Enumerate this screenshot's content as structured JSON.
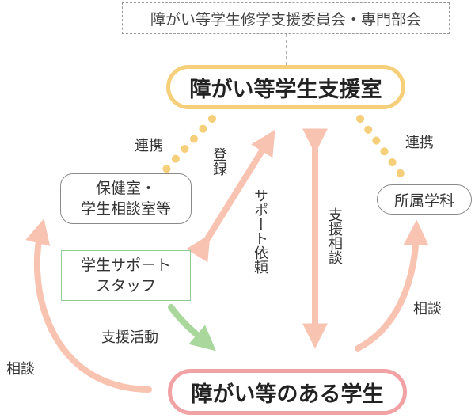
{
  "nodes": {
    "committee": "障がい等学生修学支援委員会・専門部会",
    "support_office": "障がい等学生支援室",
    "health_center_line1": "保健室・",
    "health_center_line2": "学生相談室等",
    "department": "所属学科",
    "staff_line1": "学生サポート",
    "staff_line2": "スタッフ",
    "students": "障がい等のある学生"
  },
  "labels": {
    "cooperation_left": "連携",
    "cooperation_right": "連携",
    "registration": "登録",
    "support_request": "サポート依頼",
    "support_consult": "支援相談",
    "support_activity": "支援活動",
    "consult_left": "相談",
    "consult_right": "相談"
  },
  "colors": {
    "center_border": "#f6cf7a",
    "student_border": "#f1a2a5",
    "arrow_pink": "#f9c3b2",
    "arrow_green": "#a9d79c",
    "cooperation_dots": "#f6cf7a"
  }
}
